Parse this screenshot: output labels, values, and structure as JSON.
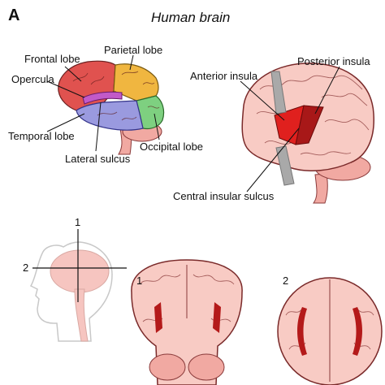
{
  "panel_letter": "A",
  "title": "Human brain",
  "lateral_view": {
    "labels": {
      "frontal": "Frontal lobe",
      "parietal": "Parietal lobe",
      "opercula": "Opercula",
      "temporal": "Temporal lobe",
      "occipital": "Occipital lobe",
      "lateral_sulcus": "Lateral sulcus"
    },
    "colors": {
      "frontal": "#e0524f",
      "parietal": "#f0b640",
      "occipital": "#7ed080",
      "temporal": "#9a9adf",
      "opercula": "#c25ac8"
    }
  },
  "insula_view": {
    "labels": {
      "anterior": "Anterior insula",
      "posterior": "Posterior insula",
      "central_sulcus": "Central insular sulcus"
    },
    "colors": {
      "brain": "#f8cbc4",
      "insula_anterior": "#e0201e",
      "insula_posterior": "#a81818",
      "retractor": "#a9a9a9"
    }
  },
  "section_labels": {
    "axis_1": "1",
    "axis_2": "2",
    "coronal": "1",
    "axial": "2"
  }
}
